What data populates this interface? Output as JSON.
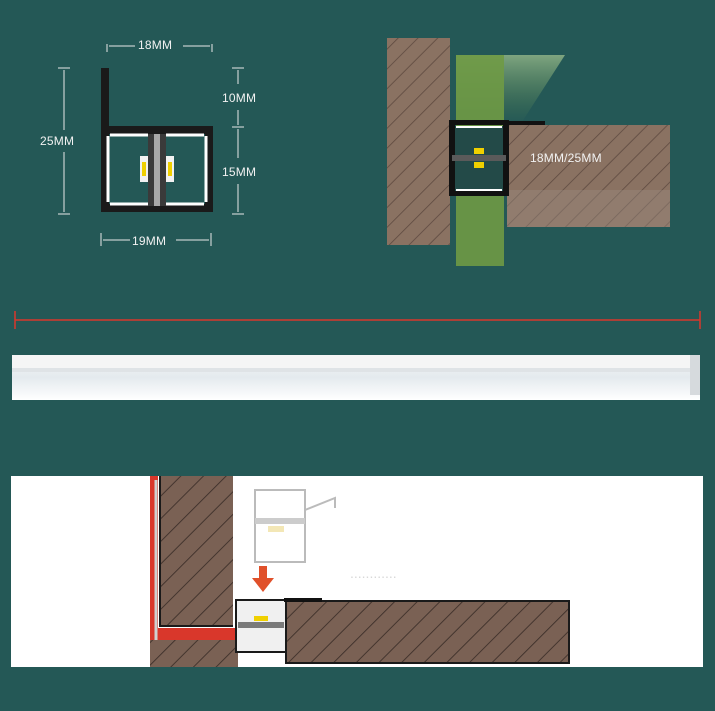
{
  "colors": {
    "background": "#245856",
    "wood": "#8a7262",
    "wood_dark": "#5e4a40",
    "light_green": "#6f9a45",
    "red_line": "#d9372b",
    "arrow": "#e0502a"
  },
  "profile_section": {
    "width_top": "18MM",
    "height_total": "25MM",
    "height_upper": "10MM",
    "height_lower": "15MM",
    "width_bottom": "19MM"
  },
  "installation_section": {
    "thickness_label": "18MM/25MM"
  },
  "length_bar": {
    "indicator_color": "#d9372b"
  },
  "install_steps": {
    "faint_caption": "............"
  }
}
